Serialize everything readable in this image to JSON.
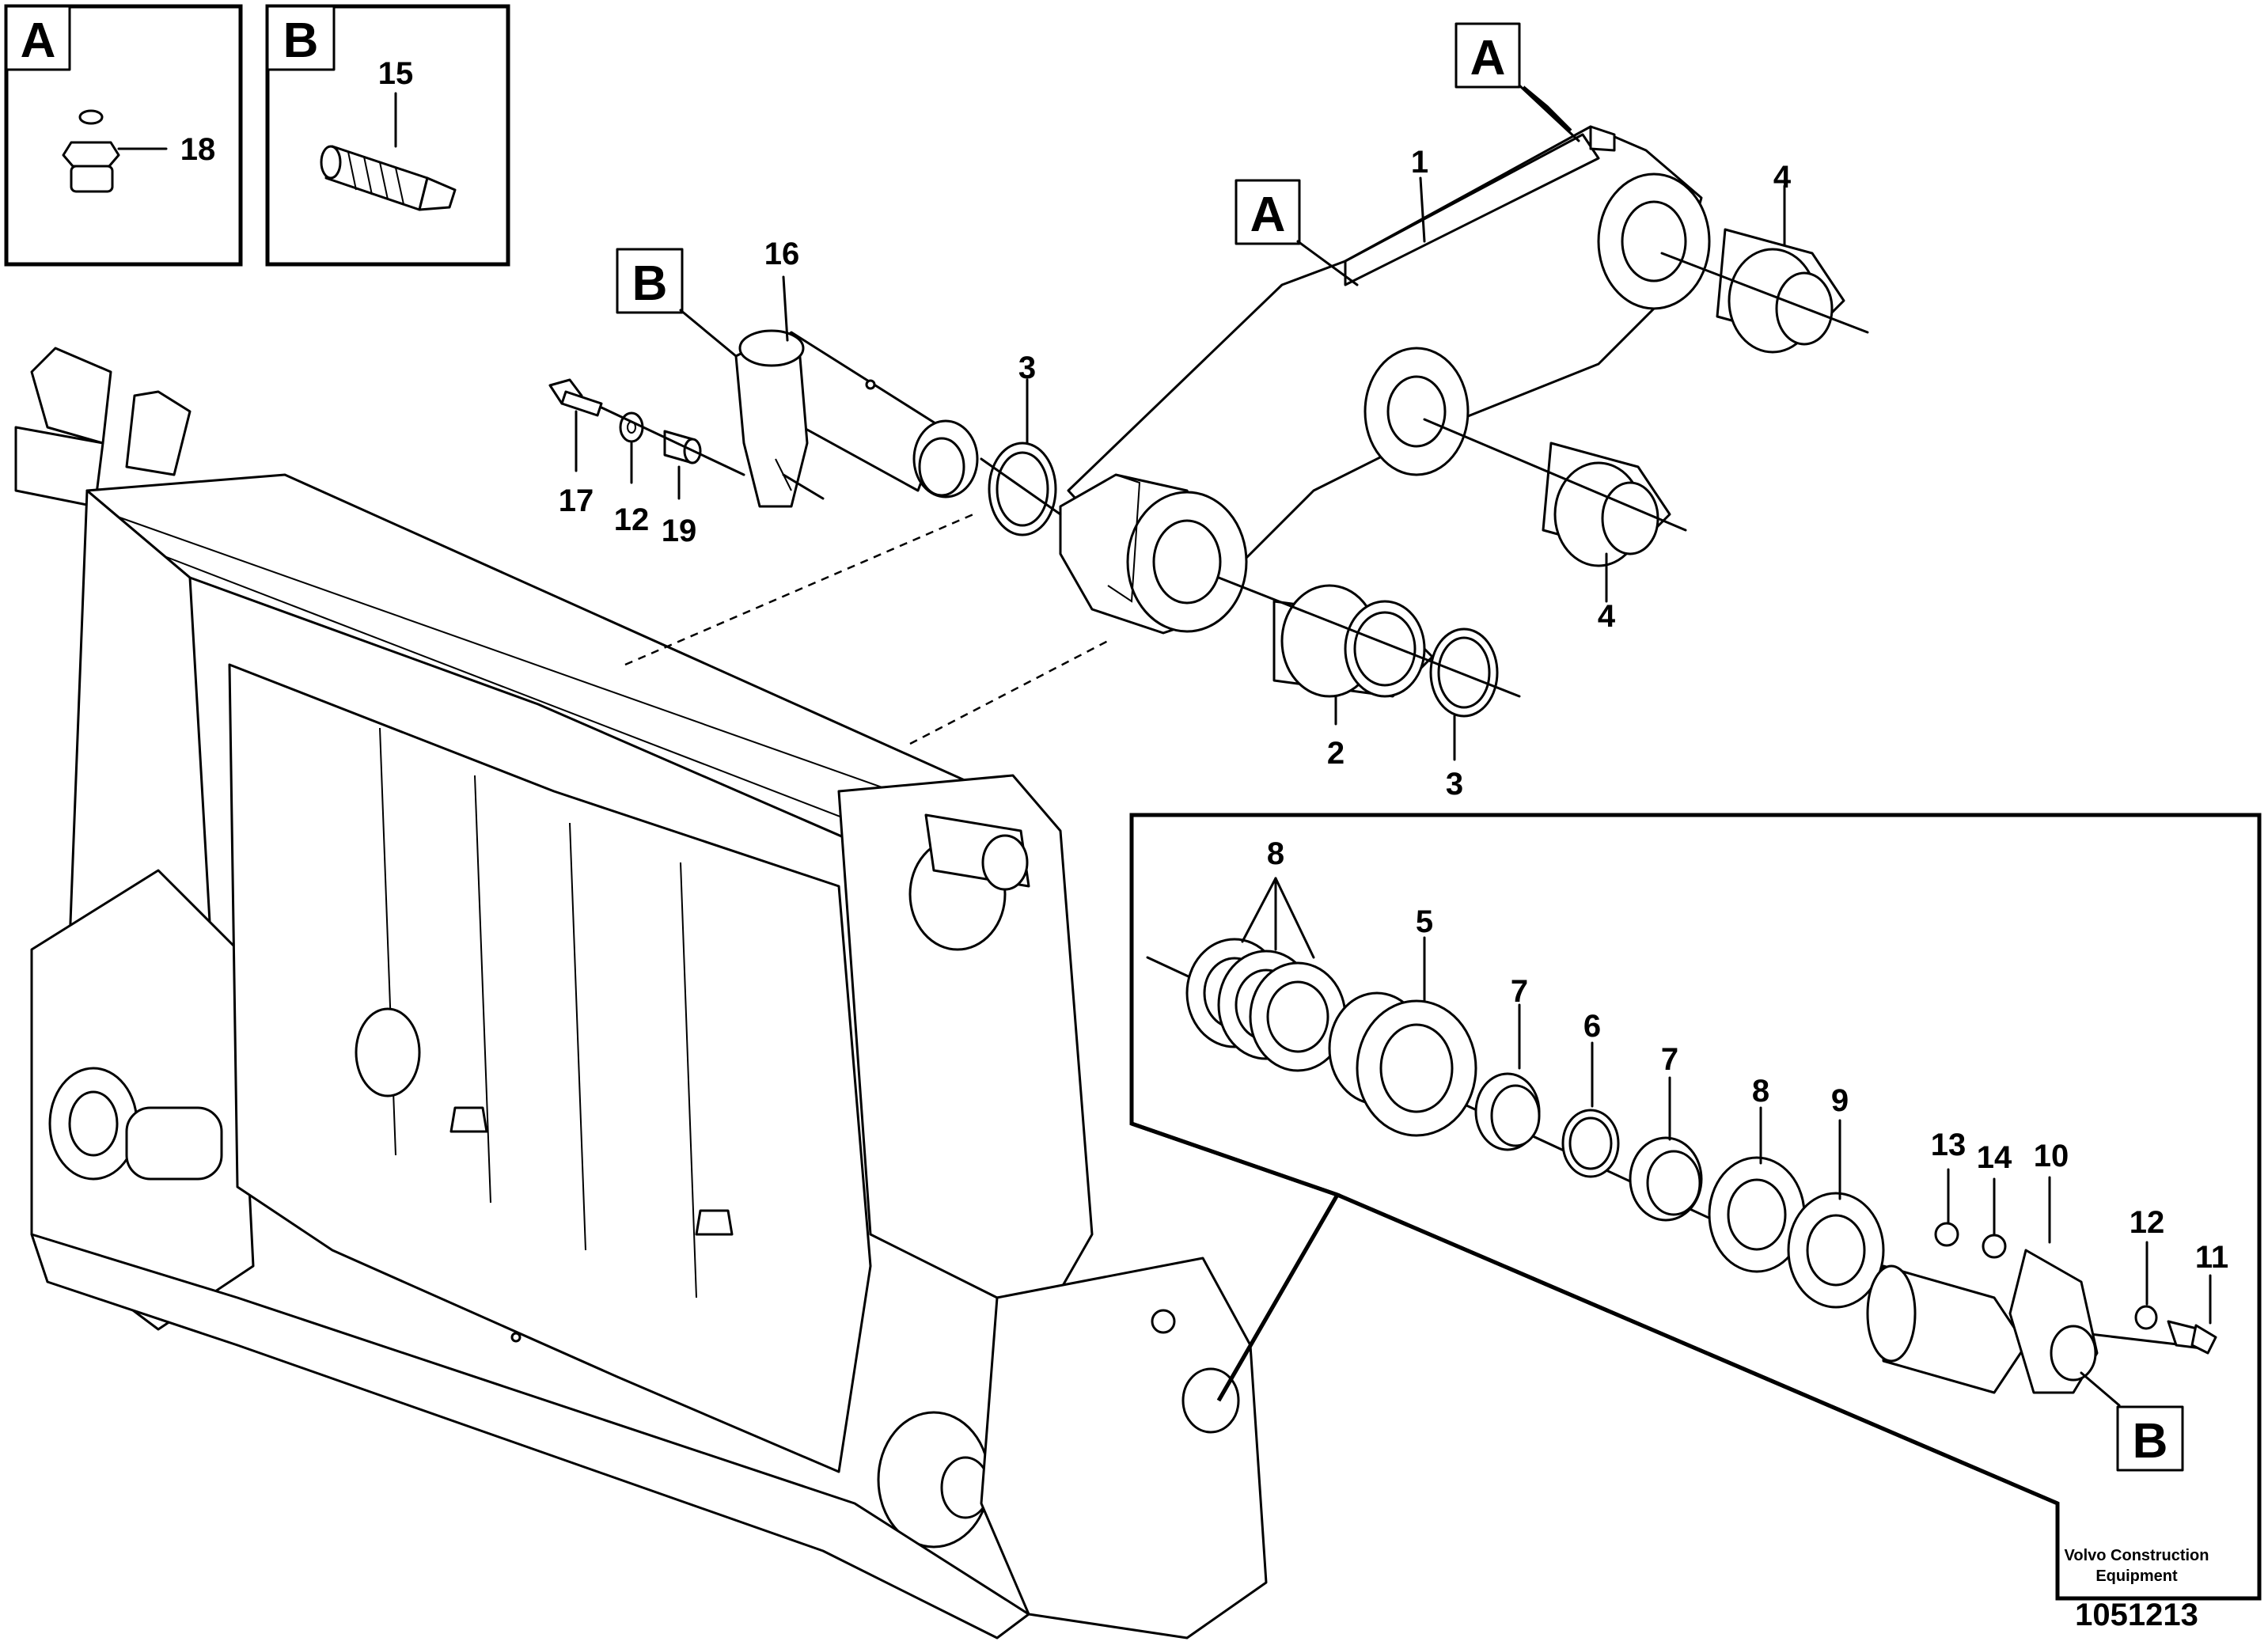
{
  "callouts": {
    "box_a_letter": "A",
    "box_b_letter": "B",
    "ref_a1": "A",
    "ref_a2": "A",
    "ref_b1": "B",
    "ref_b2": "B"
  },
  "labels": {
    "p18": "18",
    "p15": "15",
    "p16": "16",
    "p1": "1",
    "p4a": "4",
    "p4b": "4",
    "p3a": "3",
    "p3b": "3",
    "p17": "17",
    "p12a": "12",
    "p19": "19",
    "p2": "2",
    "p8a": "8",
    "p5": "5",
    "p7a": "7",
    "p6": "6",
    "p7b": "7",
    "p8b": "8",
    "p9": "9",
    "p13": "13",
    "p14": "14",
    "p10": "10",
    "p12b": "12",
    "p11": "11"
  },
  "footer": {
    "company_line1": "Volvo Construction",
    "company_line2": "Equipment",
    "drawing_number": "1051213"
  }
}
